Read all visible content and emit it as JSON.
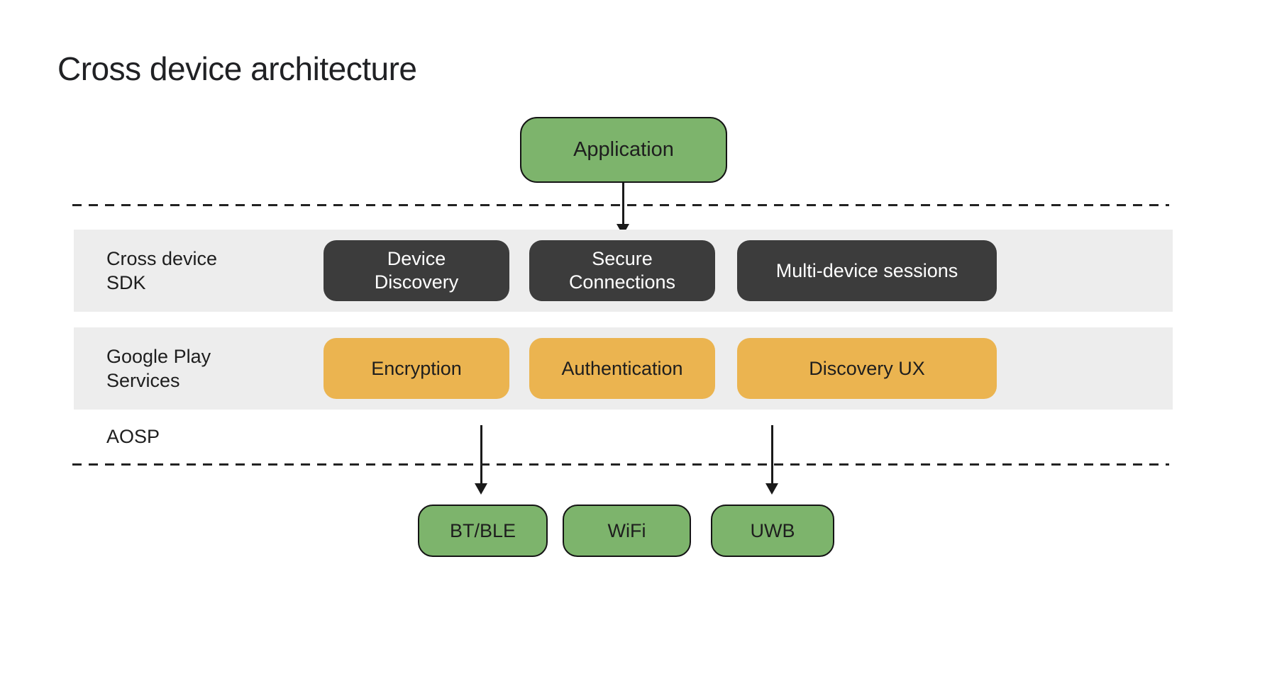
{
  "title": "Cross device architecture",
  "colors": {
    "node_green": "#7DB46C",
    "node_dark": "#3C3C3C",
    "node_orange": "#EBB450",
    "band_gray": "#EDEDED",
    "text_dark": "#1E1E1E",
    "text_light": "#FFFFFF",
    "line_color": "#1A1A1A"
  },
  "application": {
    "label": "Application"
  },
  "bands": [
    {
      "label": "Cross device\nSDK",
      "boxes": [
        {
          "label": "Device\nDiscovery"
        },
        {
          "label": "Secure\nConnections"
        },
        {
          "label": "Multi-device sessions"
        }
      ]
    },
    {
      "label": "Google Play\nServices",
      "boxes": [
        {
          "label": "Encryption"
        },
        {
          "label": "Authentication"
        },
        {
          "label": "Discovery UX"
        }
      ]
    }
  ],
  "aosp": {
    "label": "AOSP"
  },
  "bottom_nodes": [
    {
      "label": "BT/BLE"
    },
    {
      "label": "WiFi"
    },
    {
      "label": "UWB"
    }
  ]
}
